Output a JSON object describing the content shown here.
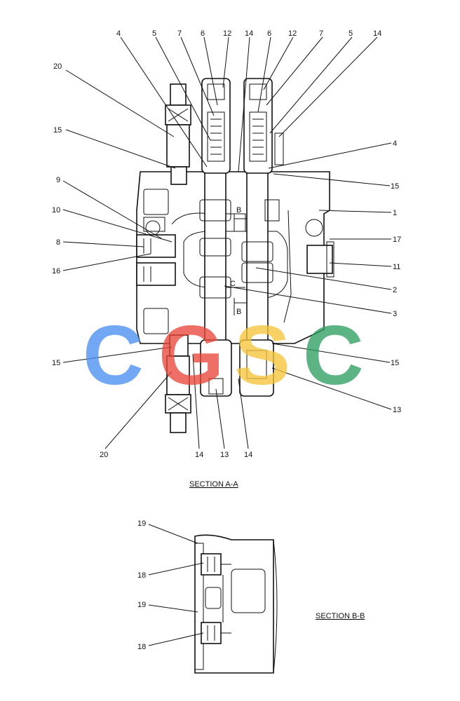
{
  "section_aa": {
    "title": "SECTION A-A",
    "callouts": [
      {
        "id": "c-4-top-l",
        "text": "4"
      },
      {
        "id": "c-5-top-l",
        "text": "5"
      },
      {
        "id": "c-7-top-l",
        "text": "7"
      },
      {
        "id": "c-6-top-l",
        "text": "6"
      },
      {
        "id": "c-12-top-l",
        "text": "12"
      },
      {
        "id": "c-14-top-m",
        "text": "14"
      },
      {
        "id": "c-6-top-r",
        "text": "6"
      },
      {
        "id": "c-12-top-r",
        "text": "12"
      },
      {
        "id": "c-7-top-r",
        "text": "7"
      },
      {
        "id": "c-5-top-r",
        "text": "5"
      },
      {
        "id": "c-14-top-r",
        "text": "14"
      },
      {
        "id": "c-20-left",
        "text": "20"
      },
      {
        "id": "c-15-left-up",
        "text": "15"
      },
      {
        "id": "c-9-left",
        "text": "9"
      },
      {
        "id": "c-10-left",
        "text": "10"
      },
      {
        "id": "c-8-left",
        "text": "8"
      },
      {
        "id": "c-16-left",
        "text": "16"
      },
      {
        "id": "c-15-left-low",
        "text": "15"
      },
      {
        "id": "c-4-right",
        "text": "4"
      },
      {
        "id": "c-15-right-up",
        "text": "15"
      },
      {
        "id": "c-1-right",
        "text": "1"
      },
      {
        "id": "c-17-right",
        "text": "17"
      },
      {
        "id": "c-11-right",
        "text": "11"
      },
      {
        "id": "c-2-right",
        "text": "2"
      },
      {
        "id": "c-3-right",
        "text": "3"
      },
      {
        "id": "c-15-right-low",
        "text": "15"
      },
      {
        "id": "c-13-right",
        "text": "13"
      },
      {
        "id": "c-20-bottom",
        "text": "20"
      },
      {
        "id": "c-14-bottom-l",
        "text": "14"
      },
      {
        "id": "c-13-bottom",
        "text": "13"
      },
      {
        "id": "c-14-bottom-r",
        "text": "14"
      }
    ],
    "markers": {
      "b_top": "B",
      "b_bottom": "B",
      "c_mark": "C"
    }
  },
  "section_bb": {
    "title": "SECTION B-B",
    "callouts": [
      {
        "id": "c-19-upper",
        "text": "19"
      },
      {
        "id": "c-18-upper",
        "text": "18"
      },
      {
        "id": "c-19-lower",
        "text": "19"
      },
      {
        "id": "c-18-lower",
        "text": "18"
      }
    ]
  },
  "watermark": {
    "letters": [
      {
        "char": "C",
        "color": "#4a8ff0"
      },
      {
        "char": "G",
        "color": "#e8473c"
      },
      {
        "char": "S",
        "color": "#f5c53a"
      },
      {
        "char": "C",
        "color": "#2f9e62"
      }
    ]
  }
}
